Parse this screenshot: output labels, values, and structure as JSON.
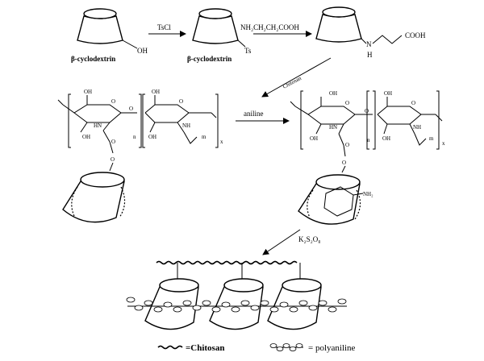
{
  "steps": {
    "reagent_tscl": "TsCl",
    "reagent_amine": "NH₂CH₂CH₂COOH",
    "reagent_chitosan": "Chitosan",
    "reagent_aniline": "aniline",
    "reagent_oxidant": "K₂S₂O₈"
  },
  "molecules": {
    "cd_label_1": "β-cyclodextrin",
    "cd_label_2": "β-cyclodextrin",
    "hydroxyl": "OH",
    "tosyl": "Ts",
    "imine_h": "N\nH",
    "acid": "COOH",
    "amine_group": "NH₂"
  },
  "chitosan_unit": {
    "oh": "OH",
    "hn": "HN",
    "nh": "NH",
    "o": "O",
    "n": "n",
    "m": "m",
    "x": "x"
  },
  "legend": {
    "chitosan_sym": "=Chitosan",
    "polyaniline_sym": "= polyaniline"
  }
}
